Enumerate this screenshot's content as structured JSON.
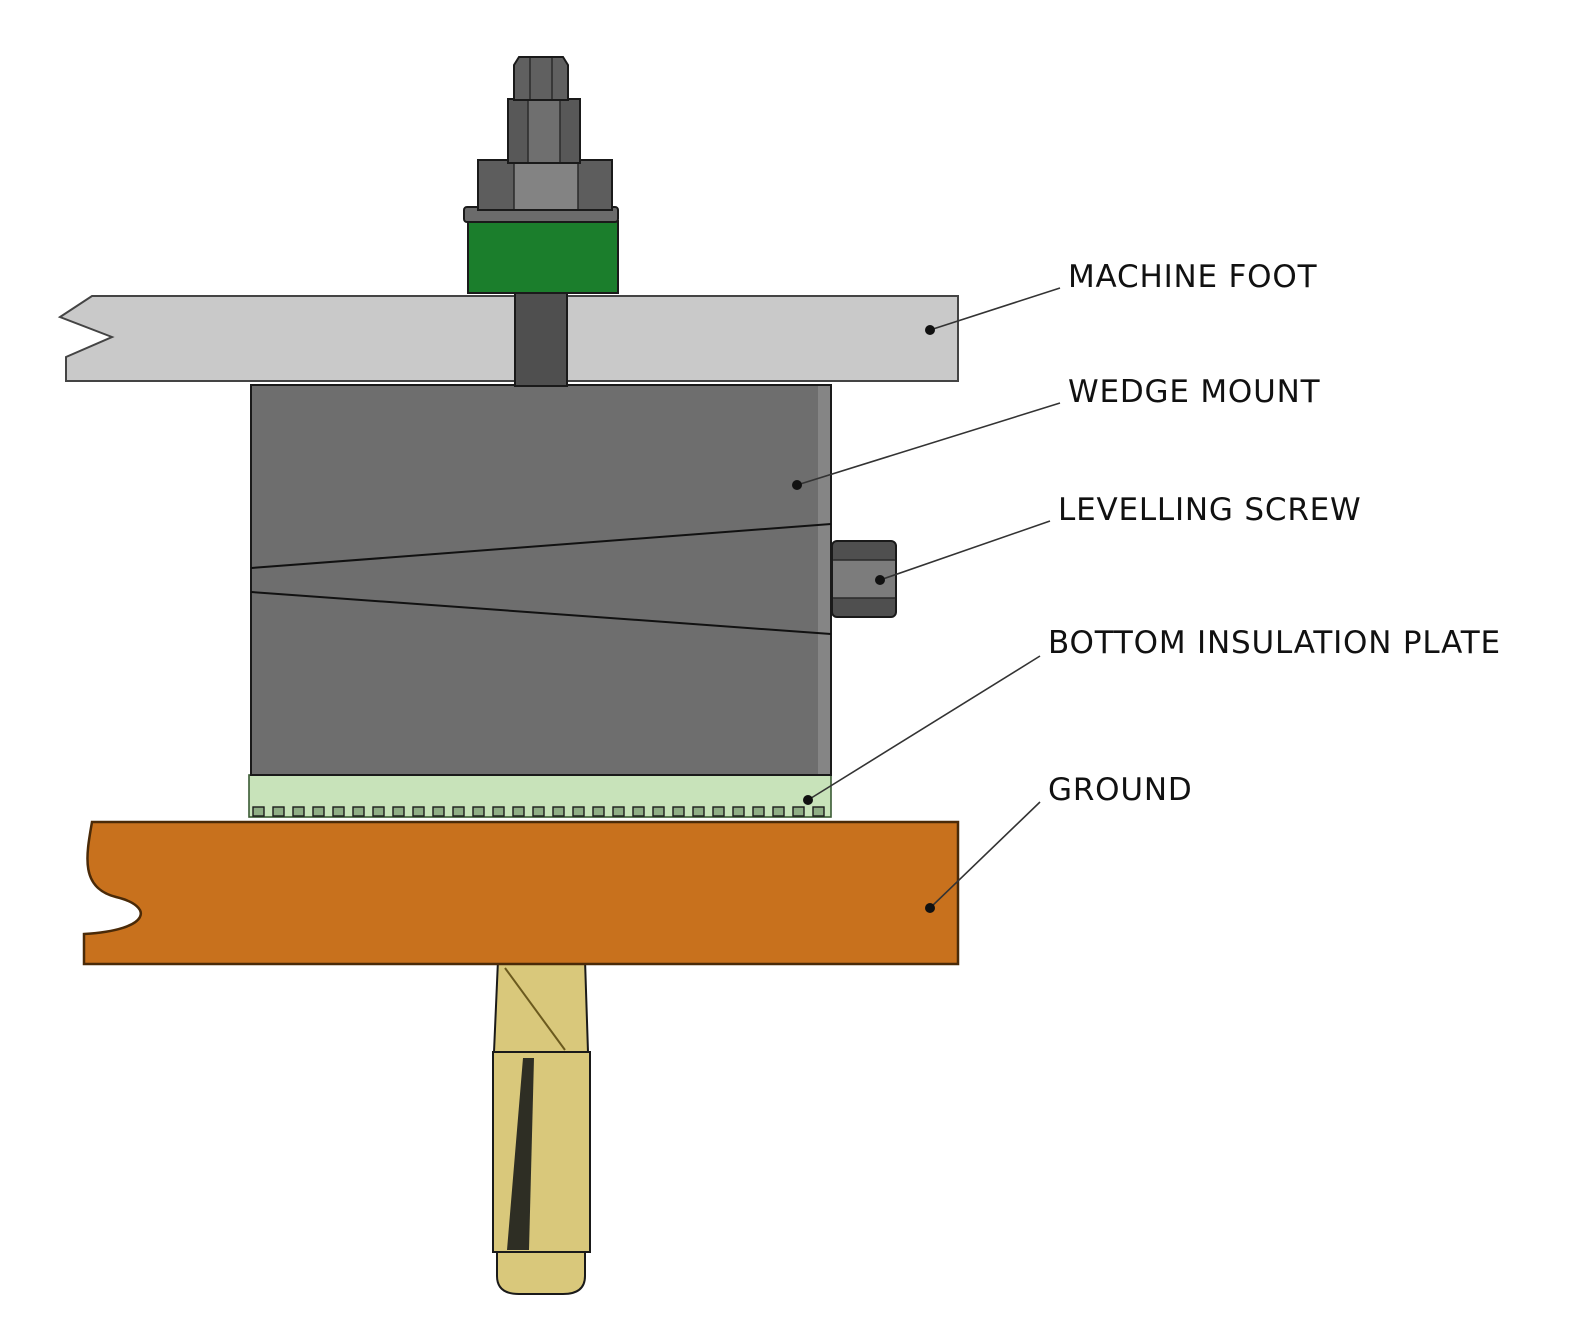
{
  "labels": [
    {
      "id": "machine-foot",
      "text": "MACHINE FOOT"
    },
    {
      "id": "wedge-mount",
      "text": "WEDGE MOUNT"
    },
    {
      "id": "levelling-screw",
      "text": "LEVELLING SCREW"
    },
    {
      "id": "bottom-insulation-plate",
      "text": "BOTTOM INSULATION PLATE"
    },
    {
      "id": "ground",
      "text": "GROUND"
    }
  ],
  "colors": {
    "machine_foot": "#c9c9c9",
    "wedge_mount": "#6e6e6e",
    "insulation_plate": "#c8e3ba",
    "insulation_teeth": "#8fae85",
    "ground": "#c8711d",
    "anchor": "#d9c87b",
    "spacer": "#1b7e2c",
    "bolt_stem": "#4f4f4f",
    "nut": "#757575",
    "outline": "#1a1a1a"
  }
}
